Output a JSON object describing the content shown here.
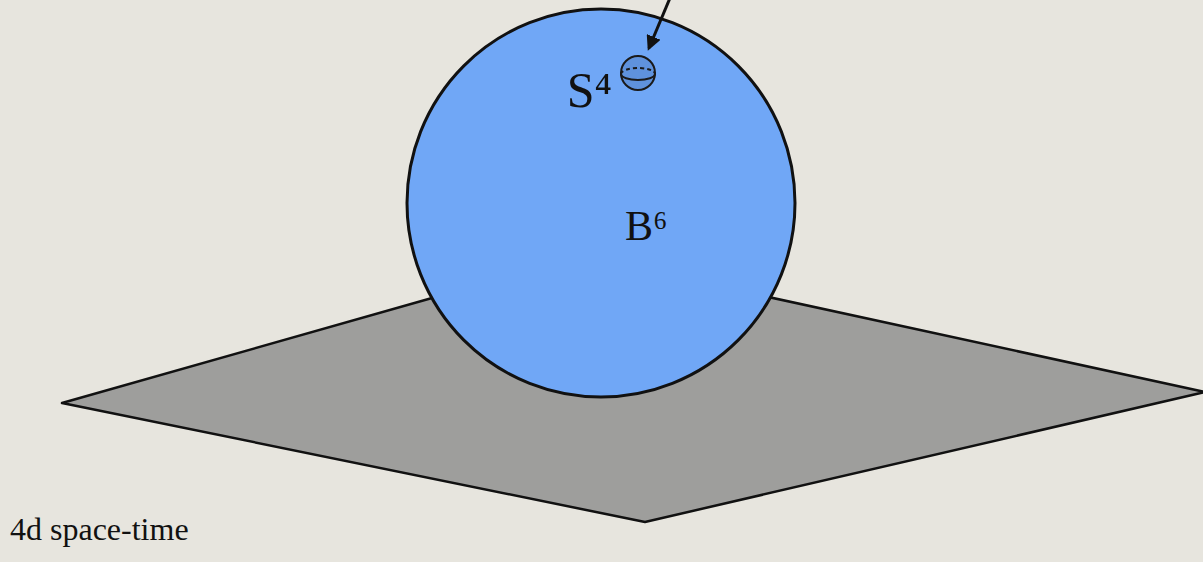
{
  "diagram": {
    "nodes": [
      {
        "text": [
          "4d space-time"
        ]
      },
      {
        "text": [
          "B⁶"
        ]
      },
      {
        "text": [
          "S⁴"
        ],
        "in": 1
      }
    ]
  }
}
